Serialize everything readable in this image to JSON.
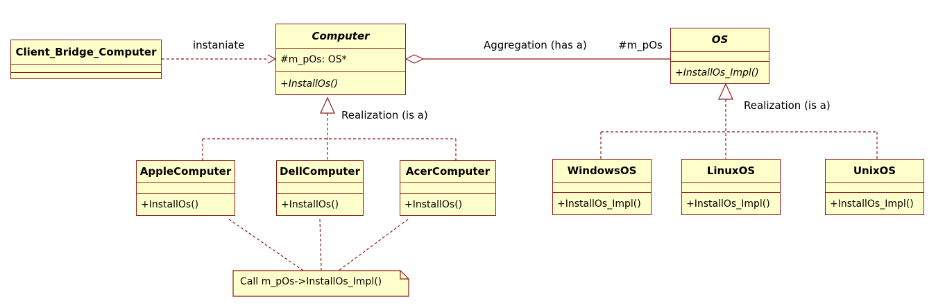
{
  "classes": {
    "client": {
      "name": "Client_Bridge_Computer"
    },
    "computer": {
      "name": "Computer",
      "attribute": "#m_pOs: OS*",
      "operation": "+InstallOs()"
    },
    "os": {
      "name": "OS",
      "operation": "+InstallOs_Impl()"
    },
    "apple": {
      "name": "AppleComputer",
      "operation": "+InstallOs()"
    },
    "dell": {
      "name": "DellComputer",
      "operation": "+InstallOs()"
    },
    "acer": {
      "name": "AcerComputer",
      "operation": "+InstallOs()"
    },
    "windows": {
      "name": "WindowsOS",
      "operation": "+InstallOs_Impl()"
    },
    "linux": {
      "name": "LinuxOS",
      "operation": "+InstallOs_Impl()"
    },
    "unix": {
      "name": "UnixOS",
      "operation": "+InstallOs_Impl()"
    }
  },
  "labels": {
    "instantiate": "instaniate",
    "aggregation": "Aggregation (has a)",
    "role": "#m_pOs",
    "realization_left": "Realization (is a)",
    "realization_right": "Realization (is a)"
  },
  "note": {
    "text": "Call m_pOs->InstallOs_Impl()"
  },
  "colors": {
    "fill": "#ffffcc",
    "border": "#8a1a1a",
    "line": "#8a1a1a"
  }
}
